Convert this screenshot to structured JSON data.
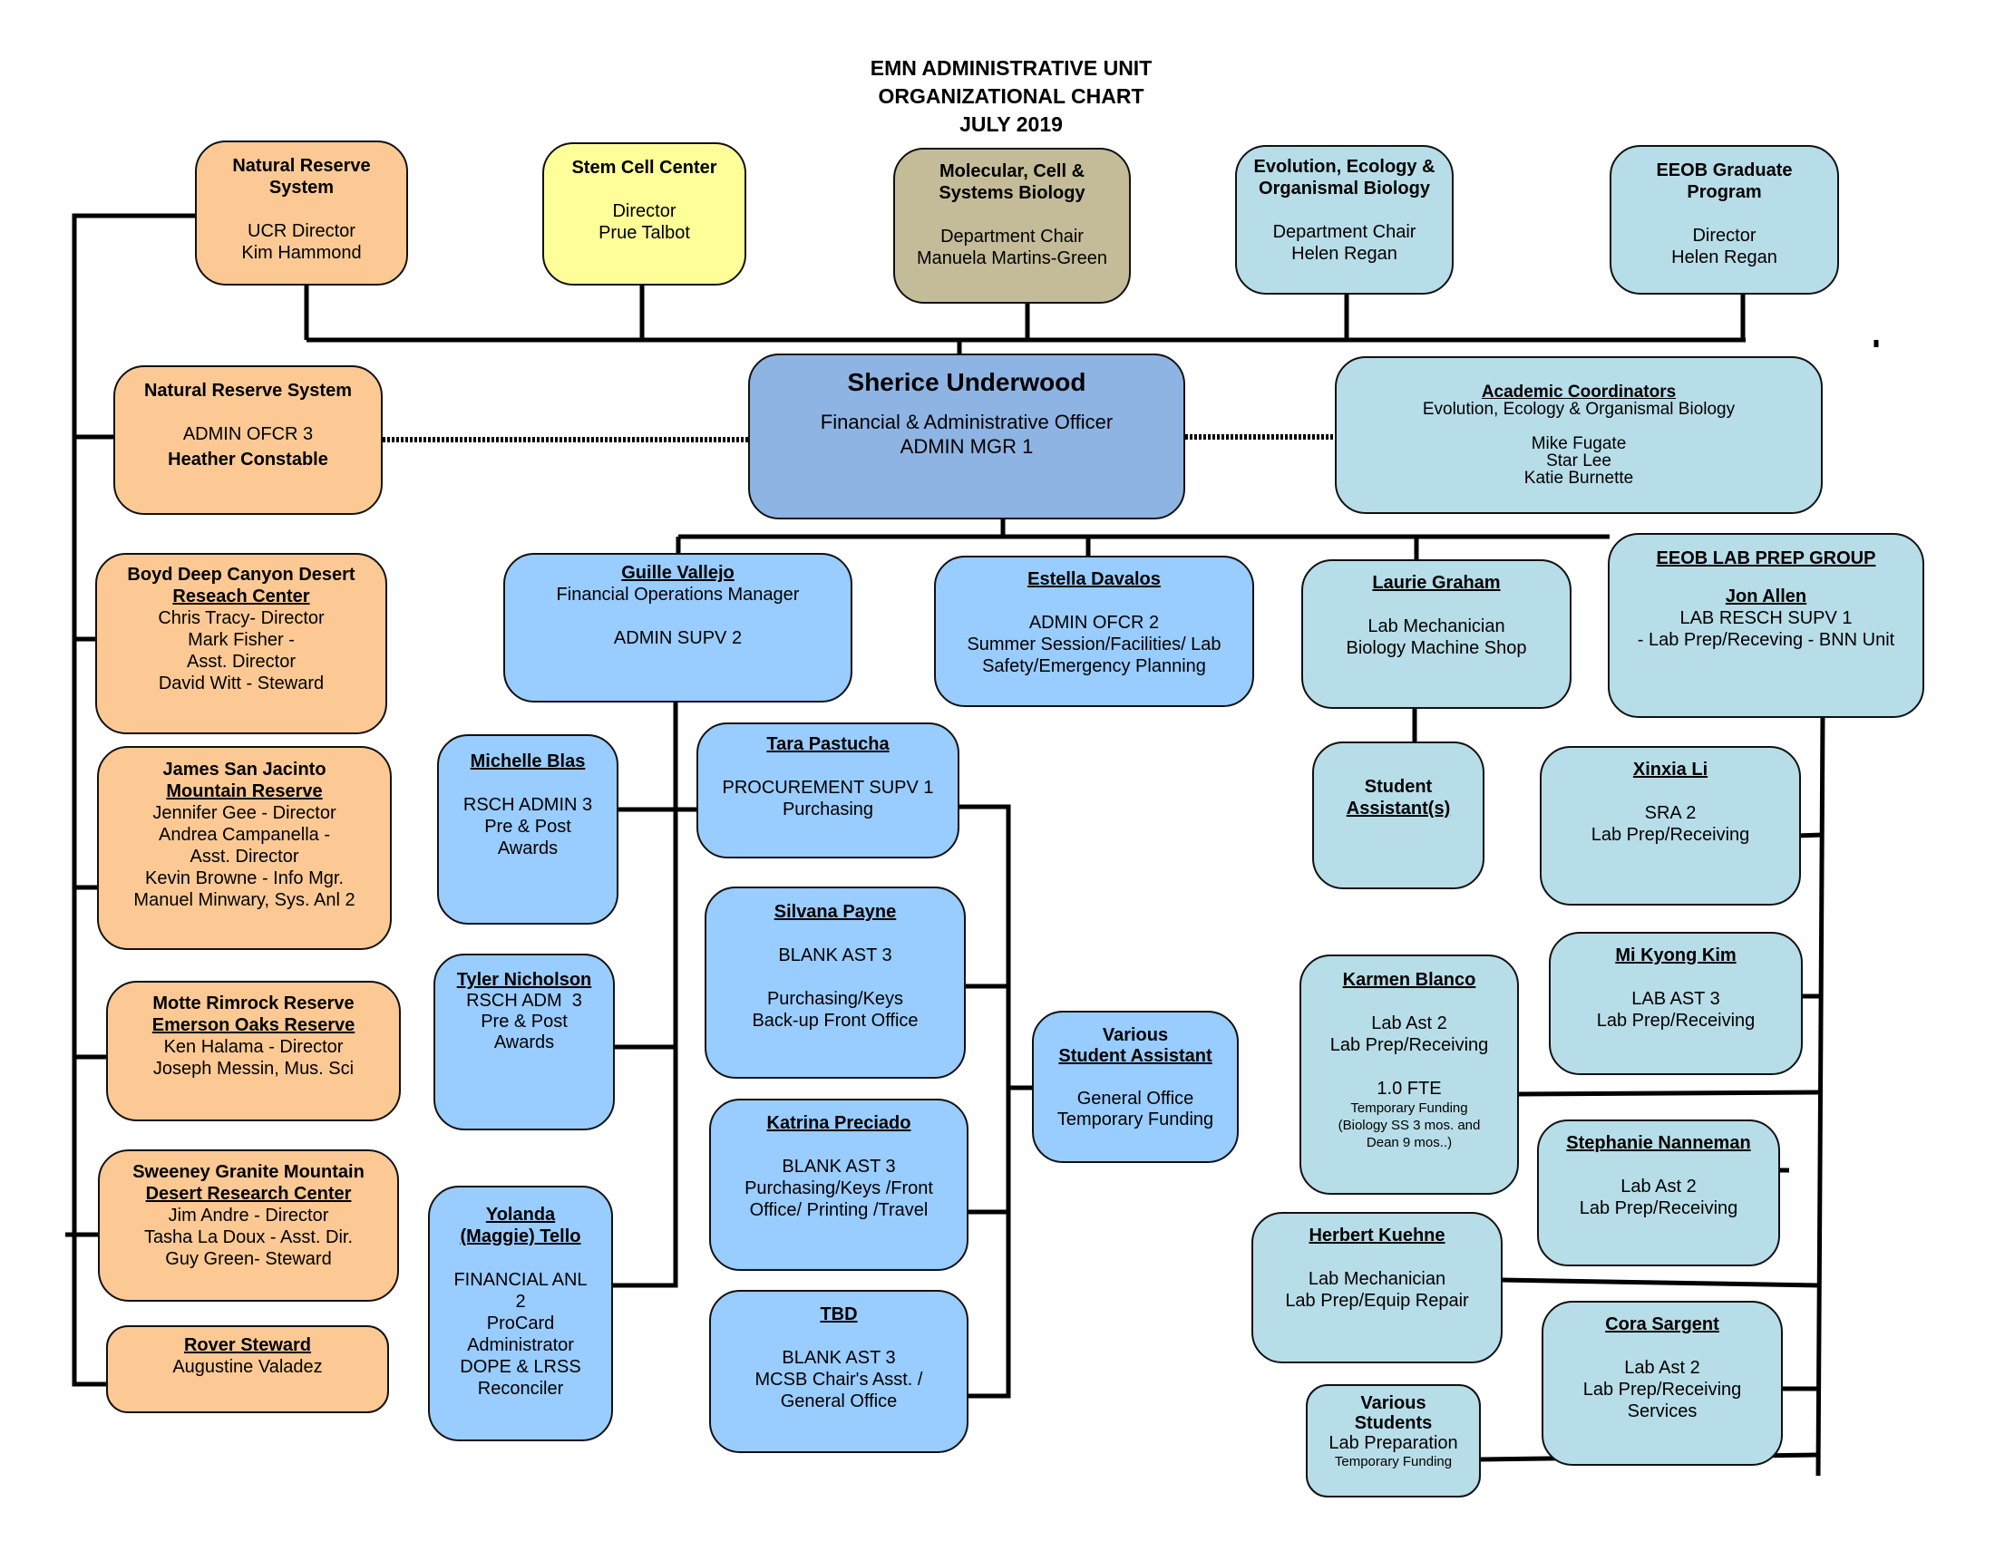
{
  "title": {
    "line1": "EMN ADMINISTRATIVE UNIT",
    "line2": "ORGANIZATIONAL CHART",
    "line3": "JULY 2019"
  },
  "top_units": {
    "nrs": {
      "name": "Natural Reserve System",
      "role": "UCR Director",
      "person": "Kim Hammond"
    },
    "stem": {
      "name": "Stem Cell Center",
      "role": "Director",
      "person": "Prue Talbot"
    },
    "mcsb": {
      "name": "Molecular, Cell & Systems Biology",
      "role": "Department Chair",
      "person": "Manuela Martins-Green"
    },
    "eeob": {
      "name": "Evolution, Ecology & Organismal Biology",
      "role": "Department Chair",
      "person": "Helen Regan"
    },
    "grad": {
      "name": "EEOB Graduate Program",
      "role": "Director",
      "person": "Helen Regan"
    }
  },
  "manager": {
    "name": "Sherice Underwood",
    "title": "Financial & Administrative Officer",
    "grade": "ADMIN MGR 1"
  },
  "nrs_admin": {
    "name": "Natural Reserve System",
    "grade": "ADMIN OFCR 3",
    "person": "Heather Constable"
  },
  "academic": {
    "heading": "Academic Coordinators",
    "dept": "Evolution, Ecology & Organismal Biology",
    "people": [
      "Mike Fugate",
      "Star Lee",
      "Katie Burnette"
    ]
  },
  "reserves": [
    {
      "line1": "Boyd Deep Canyon Desert",
      "line2": "Reseach Center",
      "staff": [
        "Chris Tracy- Director",
        "Mark Fisher -",
        "Asst. Director",
        "David Witt - Steward"
      ]
    },
    {
      "line1": "James San Jacinto",
      "line2": "Mountain Reserve",
      "staff": [
        "Jennifer Gee - Director",
        "Andrea Campanella -",
        "Asst. Director",
        "Kevin Browne - Info Mgr.",
        "Manuel Minwary, Sys. Anl 2"
      ]
    },
    {
      "line1": "Motte Rimrock Reserve",
      "line2": "Emerson Oaks Reserve",
      "staff": [
        "Ken Halama - Director",
        "Joseph Messin, Mus. Sci"
      ]
    },
    {
      "line1": "Sweeney Granite Mountain",
      "line2": "Desert Research Center",
      "staff": [
        "Jim Andre - Director",
        "Tasha La Doux - Asst. Dir.",
        "Guy Green- Steward"
      ]
    },
    {
      "line1": "",
      "line2": "Rover Steward",
      "staff": [
        "Augustine Valadez"
      ]
    }
  ],
  "guille": {
    "name": "Guille Vallejo",
    "title": "Financial Operations Manager",
    "grade": "ADMIN SUPV 2"
  },
  "estella": {
    "name": "Estella Davalos",
    "grade": "ADMIN OFCR 2",
    "duties1": "Summer Session/Facilities/ Lab",
    "duties2": "Safety/Emergency Planning"
  },
  "laurie": {
    "name": "Laurie Graham",
    "title": "Lab Mechanician",
    "dept": "Biology Machine Shop"
  },
  "laurie_student": {
    "line1": "Student",
    "line2": "Assistant(s)"
  },
  "labprep": {
    "group": "EEOB LAB PREP GROUP",
    "name": "Jon Allen",
    "grade": "LAB RESCH SUPV 1",
    "duties": "- Lab Prep/Receving - BNN Unit"
  },
  "michelle": {
    "name": "Michelle Blas",
    "grade": "RSCH ADMIN 3",
    "duty1": "Pre & Post",
    "duty2": "Awards"
  },
  "tyler": {
    "name": "Tyler Nicholson",
    "grade": "RSCH ADM  3",
    "duty1": "Pre & Post",
    "duty2": "Awards"
  },
  "yolanda": {
    "name1": "Yolanda",
    "name2": "(Maggie) Tello",
    "lines": [
      "FINANCIAL ANL",
      "2",
      "ProCard",
      "Administrator",
      "DOPE & LRSS",
      "Reconciler"
    ]
  },
  "tara": {
    "name": "Tara Pastucha",
    "grade": "PROCUREMENT SUPV 1",
    "duty": "Purchasing"
  },
  "silvana": {
    "name": "Silvana Payne",
    "grade": "BLANK AST 3",
    "duty1": "Purchasing/Keys",
    "duty2": "Back-up Front Office"
  },
  "katrina": {
    "name": "Katrina Preciado",
    "grade": "BLANK AST 3",
    "duty1": "Purchasing/Keys /Front",
    "duty2": "Office/ Printing /Travel"
  },
  "tbd": {
    "name": "TBD",
    "grade": "BLANK AST 3",
    "duty1": "MCSB Chair's Asst. /",
    "duty2": "General Office"
  },
  "various_sa": {
    "line1": "Various",
    "line2": "Student Assistant",
    "duty1": "General Office",
    "duty2": "Temporary Funding"
  },
  "xinxia": {
    "name": "Xinxia Li",
    "grade": "SRA 2",
    "duty": "Lab Prep/Receiving"
  },
  "mikyong": {
    "name": "Mi Kyong Kim",
    "grade": "LAB AST 3",
    "duty": "Lab Prep/Receiving"
  },
  "karmen": {
    "name": "Karmen Blanco",
    "grade": "Lab Ast 2",
    "duty": "Lab Prep/Receiving",
    "fte": "1.0 FTE",
    "funding1": "Temporary  Funding",
    "funding2": "(Biology SS 3 mos. and",
    "funding3": "Dean 9 mos..)"
  },
  "stephanie": {
    "name": "Stephanie Nanneman",
    "grade": "Lab Ast 2",
    "duty": "Lab Prep/Receiving"
  },
  "herbert": {
    "name": "Herbert Kuehne",
    "title": "Lab Mechanician",
    "duty": "Lab Prep/Equip  Repair"
  },
  "cora": {
    "name": "Cora Sargent",
    "grade": "Lab Ast 2",
    "duty1": "Lab Prep/Receiving",
    "duty2": "Services"
  },
  "various_students": {
    "line1": "Various",
    "line2": "Students",
    "duty": "Lab Preparation",
    "funding": "Temporary  Funding"
  }
}
